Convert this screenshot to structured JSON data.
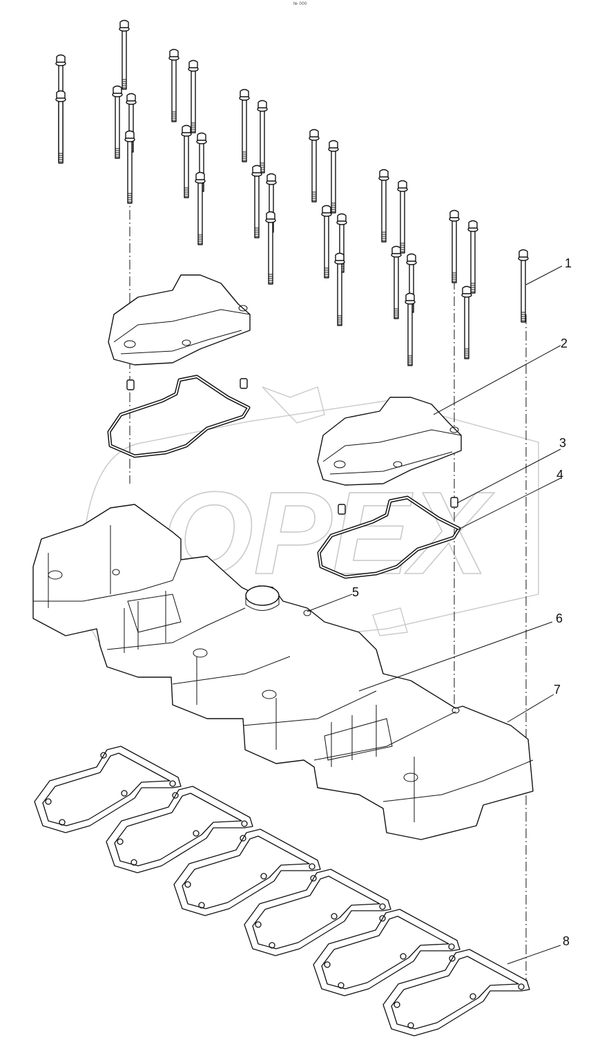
{
  "header": {
    "note": "№ 000"
  },
  "watermark": {
    "text": "OPEX"
  },
  "callouts": [
    {
      "id": "1",
      "label": "1"
    },
    {
      "id": "2",
      "label": "2"
    },
    {
      "id": "3",
      "label": "3"
    },
    {
      "id": "4",
      "label": "4"
    },
    {
      "id": "5",
      "label": "5"
    },
    {
      "id": "6",
      "label": "6"
    },
    {
      "id": "7",
      "label": "7"
    },
    {
      "id": "8",
      "label": "8"
    }
  ],
  "colors": {
    "line": "#111111",
    "watermark": "#c9c9c9",
    "background": "#ffffff"
  }
}
